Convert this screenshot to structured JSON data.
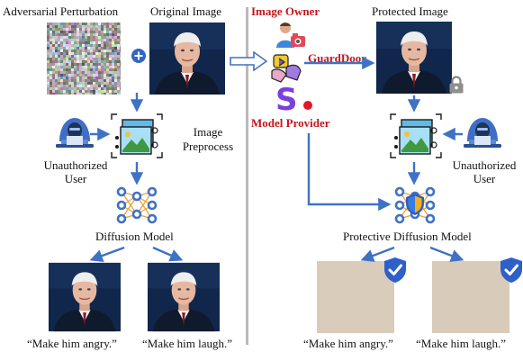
{
  "left_panel": {
    "perturbation_label": "Adversarial Perturbation",
    "original_label": "Original Image",
    "preprocess_label_1": "Image",
    "preprocess_label_2": "Preprocess",
    "user_label_1": "Unauthorized",
    "user_label_2": "User",
    "model_label": "Diffusion Model",
    "prompt_angry": "“Make him angry.”",
    "prompt_laugh": "“Make him laugh.”"
  },
  "right_panel": {
    "owner_label": "Image Owner",
    "guard_label": "GuardDoor",
    "provider_label": "Model Provider",
    "protected_label": "Protected Image",
    "user_label_1": "Unauthorized",
    "user_label_2": "User",
    "model_label": "Protective Diffusion Model",
    "prompt_angry": "“Make him angry.”",
    "prompt_laugh": "“Make him laugh.”"
  },
  "colors": {
    "arrow": "#3f72c4",
    "accent_red": "#c4161c",
    "divider": "#b9b9b9",
    "photo_bg": "#10264a",
    "suit": "#0f1a2c",
    "skin": "#e6b8a2",
    "hair": "#eeeeee",
    "output_bg": "#d8cbb9"
  },
  "icons": [
    "plus-icon",
    "hacker-icon",
    "preprocess-icon",
    "neural-network-icon",
    "owner-icon",
    "guarddoor-icon",
    "provider-logo-icon",
    "lock-icon",
    "shield-icon",
    "shield-check-icon"
  ]
}
